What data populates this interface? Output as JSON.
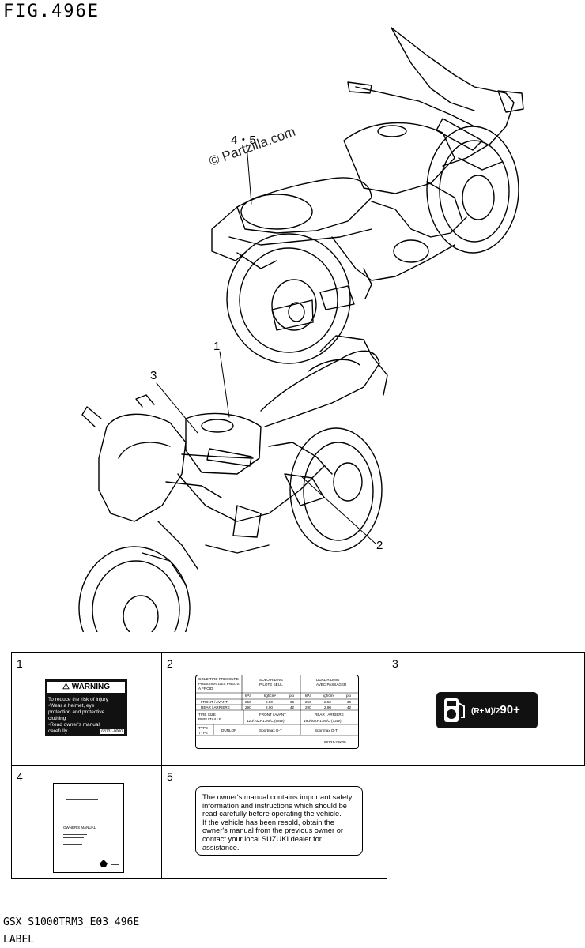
{
  "figure": {
    "title": "FIG.496E",
    "watermark": "© Partzilla.com",
    "footer_code": "GSX S1000TRM3_E03_496E",
    "footer_label": "LABEL"
  },
  "callouts": {
    "top_bike": "4・5",
    "label_1": "1",
    "label_2": "2",
    "label_3": "3"
  },
  "parts": [
    {
      "number": "1"
    },
    {
      "number": "2"
    },
    {
      "number": "3"
    },
    {
      "number": "4"
    },
    {
      "number": "5"
    }
  ],
  "warning_label": {
    "heading": "⚠ WARNING",
    "lines": [
      "To reduce the risk of injury",
      "•Wear a helmet, eye",
      " protection and protective",
      " clothing",
      "•Read owner's manual",
      " carefully"
    ],
    "code": "68131-0000"
  },
  "tire_label": {
    "header_left": [
      "COLD TIRE PRESSURE",
      "PRESSION DES PNEUS",
      "A FROID"
    ],
    "header_solo": [
      "SOLO RIDING",
      "PILOTE SEUL"
    ],
    "header_dual": [
      "DUAL RIDING",
      "AVEC PASSAGER"
    ],
    "units": [
      "kPa",
      "kgf/cm²",
      "psi",
      "kPa",
      "kgf/cm²",
      "psi"
    ],
    "front_label": "FRONT / AVANT",
    "rear_label": "REAR / ARRIERE",
    "front_values": [
      "250",
      "2.50",
      "36",
      "250",
      "2.50",
      "36"
    ],
    "rear_values": [
      "290",
      "2.90",
      "42",
      "290",
      "2.90",
      "42"
    ],
    "tire_size_label": [
      "TIRE SIZE",
      "PNEU TAILLE"
    ],
    "front_size": "120/70ZR17M/C (58W)",
    "rear_size": "190/50ZR17M/C (73W)",
    "type_label": [
      "TYPE",
      "TYPE"
    ],
    "type_value": "DUNLOP",
    "front_type": "Sportmax Q-T",
    "rear_type": "Sportmax Q-T",
    "code": "68131-28K00"
  },
  "fuel_label": {
    "text": "(R+M)/2",
    "value": "90+"
  },
  "manual": {
    "title": "OWNER'S MANUAL"
  },
  "owner_label": {
    "lines": [
      "The owner's manual contains important safety",
      "information and instructions which should be",
      "read carefully before operating the vehicle.",
      "If the vehicle has been resold, obtain the",
      "owner's manual from the previous owner or",
      "contact your local SUZUKI dealer for",
      "assistance."
    ]
  }
}
